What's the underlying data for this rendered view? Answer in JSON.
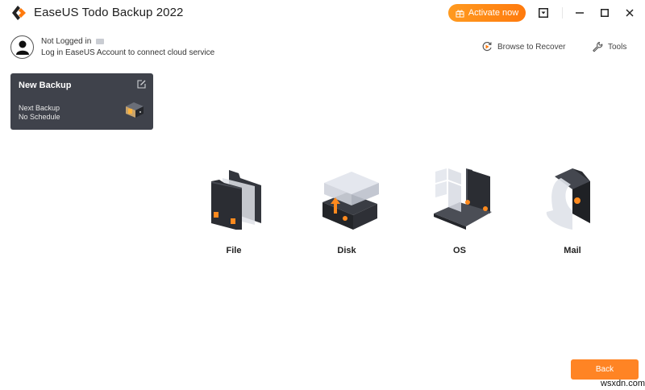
{
  "titlebar": {
    "app_title": "EaseUS Todo Backup 2022",
    "activate_label": "Activate now",
    "colors": {
      "accent": "#ff8424",
      "activate_start": "#ff9a1f",
      "activate_end": "#ff7a0d"
    }
  },
  "user": {
    "status": "Not Logged in",
    "subtitle": "Log in EaseUS Account to connect cloud service"
  },
  "top_links": {
    "browse_to_recover": "Browse to Recover",
    "tools": "Tools"
  },
  "backup_card": {
    "title": "New Backup",
    "next_backup_label": "Next Backup",
    "schedule_value": "No Schedule",
    "background": "#3f424b"
  },
  "backup_options": [
    {
      "label": "File",
      "icon": "file-folder-icon"
    },
    {
      "label": "Disk",
      "icon": "disk-drive-icon"
    },
    {
      "label": "OS",
      "icon": "os-windows-icon"
    },
    {
      "label": "Mail",
      "icon": "mail-icon"
    }
  ],
  "footer": {
    "back_label": "Back"
  },
  "watermark": "wsxdn.com"
}
